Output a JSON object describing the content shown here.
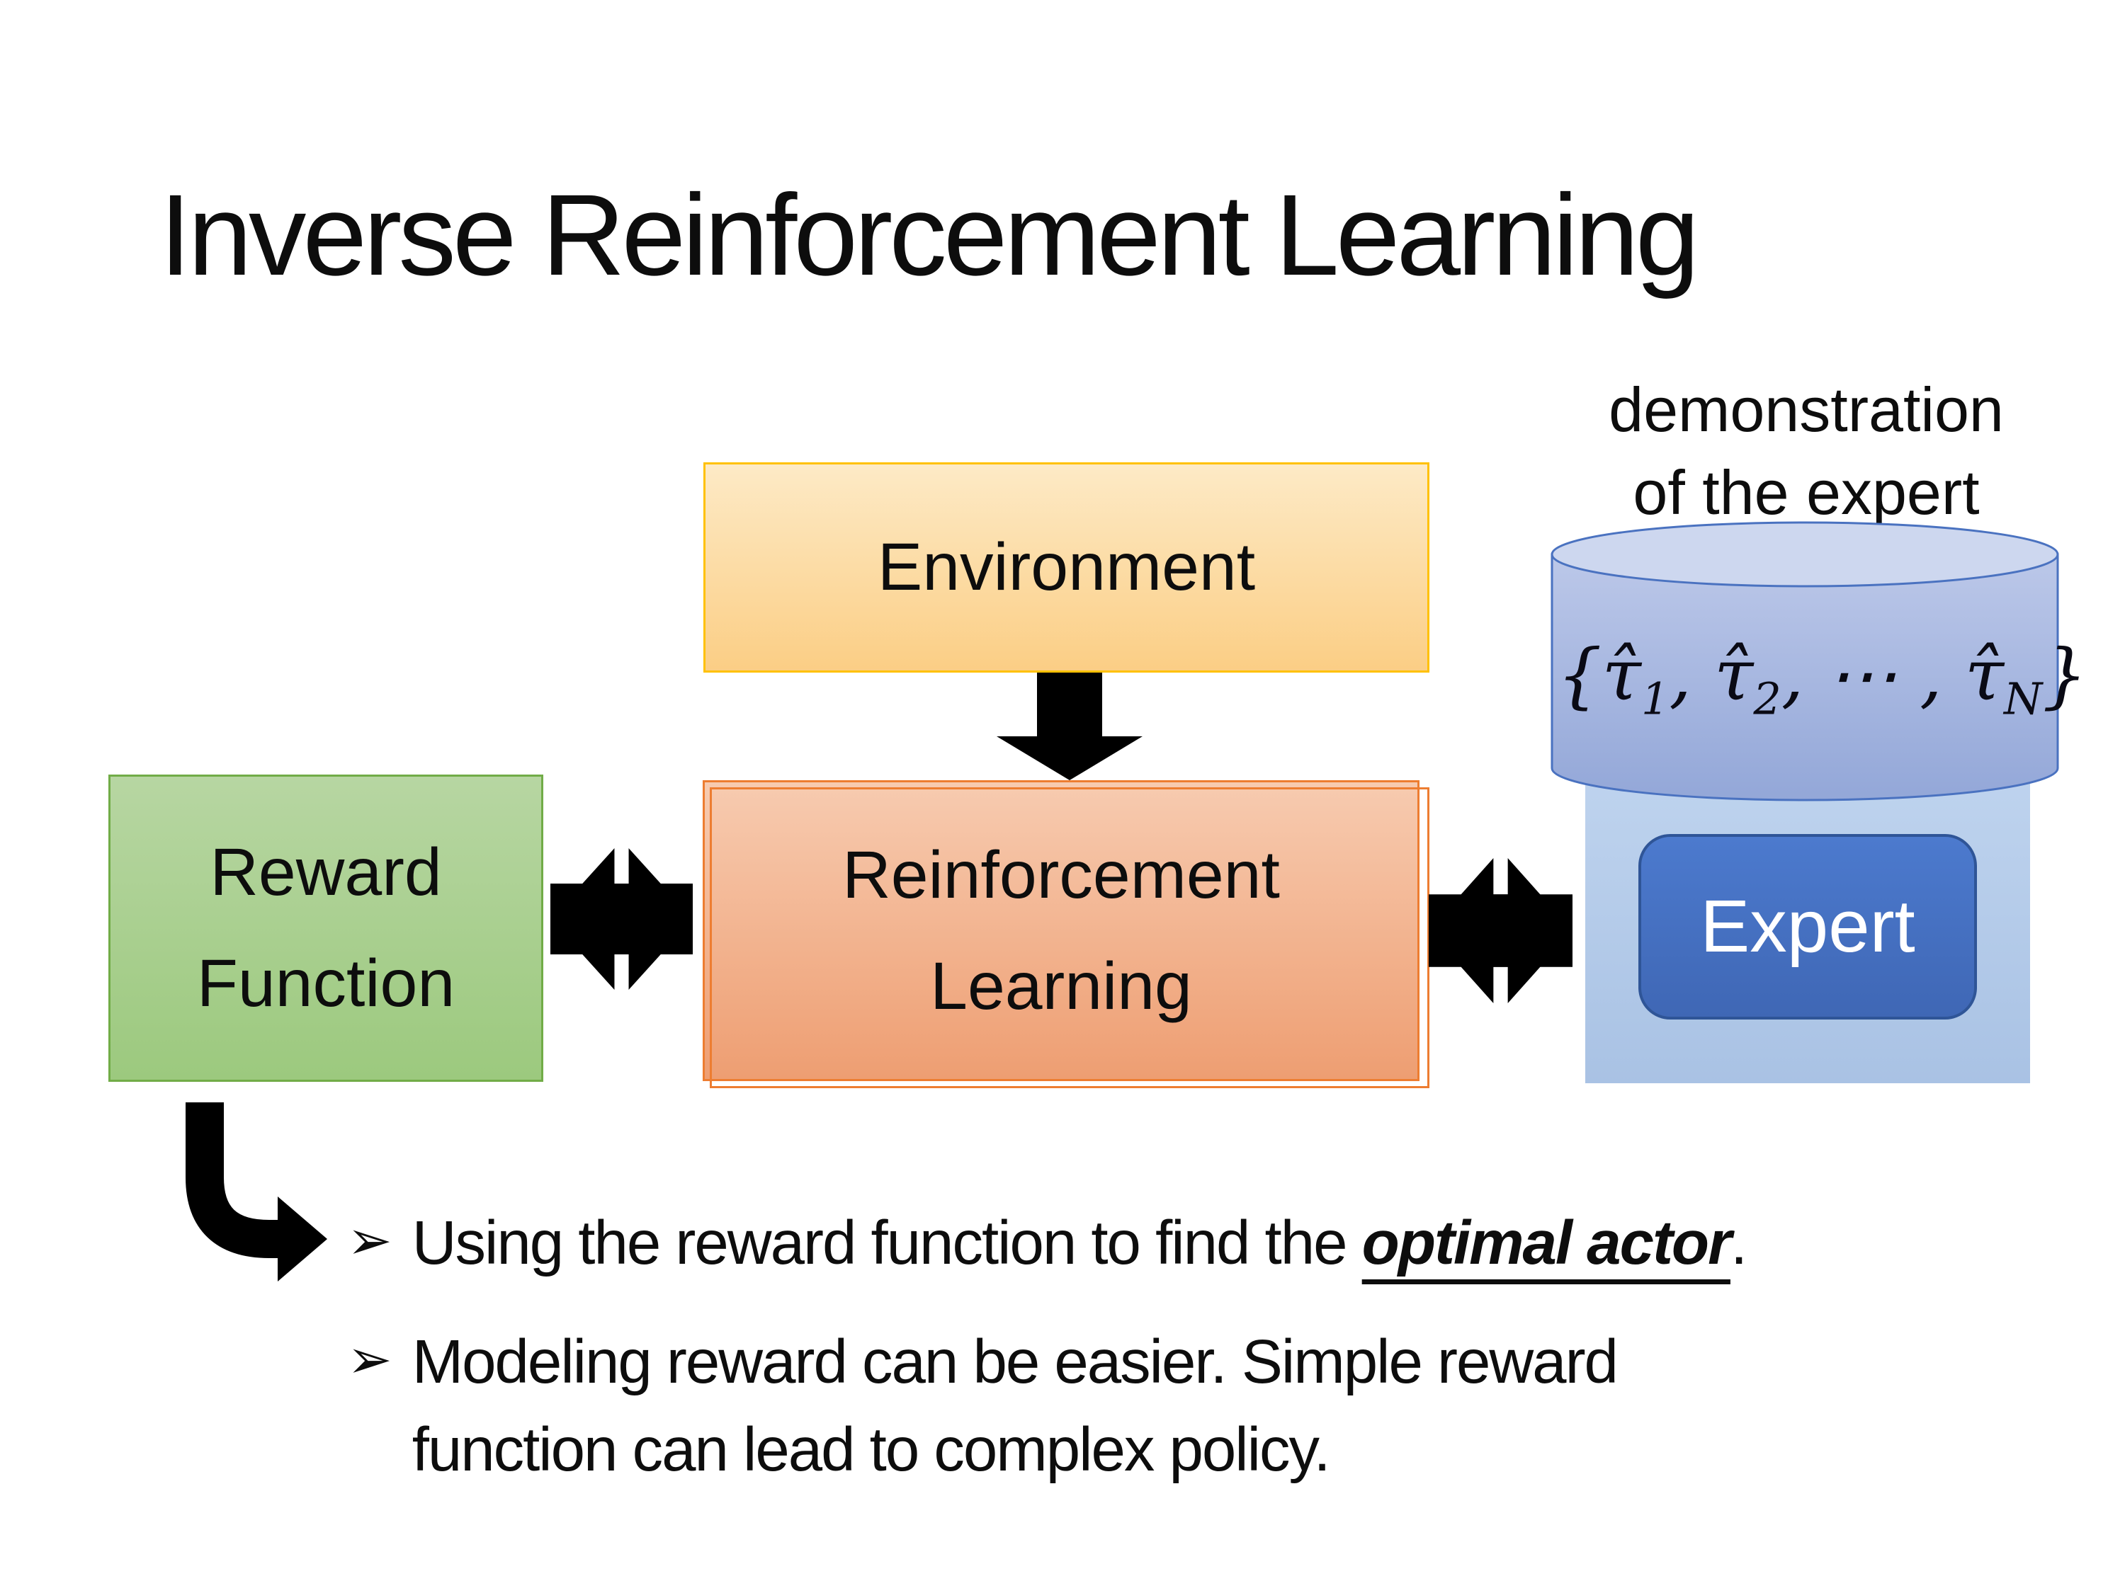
{
  "slide": {
    "title": "Inverse Reinforcement Learning"
  },
  "diagram": {
    "demo_label": {
      "line1": "demonstration",
      "line2": "of the expert"
    },
    "environment": {
      "label": "Environment"
    },
    "reward": {
      "line1": "Reward",
      "line2": "Function"
    },
    "rl": {
      "line1": "Reinforcement",
      "line2": "Learning"
    },
    "expert": {
      "label": "Expert"
    },
    "formula": {
      "open": "{τ̂",
      "sub1": "1",
      "mid1": ", τ̂",
      "sub2": "2",
      "mid2": ", ⋯ , τ̂",
      "subN": "N",
      "close": "}"
    }
  },
  "bullets": {
    "marker": "➢",
    "item1": {
      "prefix": "Using the reward function to find the ",
      "emphasis": "optimal actor",
      "suffix": "."
    },
    "item2": {
      "line1": "Modeling reward can be easier. Simple reward",
      "line2": "function can lead to complex policy."
    }
  },
  "colors": {
    "text": "#0d0d0d",
    "env-border": "#ffc103",
    "env-top": "#fdeac6",
    "env-bottom": "#fbce85",
    "rl-border": "#ed7d31",
    "rl-top": "#f7cbb0",
    "rl-bottom": "#ee9e72",
    "green-border": "#71ac47",
    "green-top": "#b7d6a2",
    "green-bottom": "#9cc97e",
    "cyl-border": "#4a72c0",
    "cyl-top-fill": "#cdd7ef",
    "cyl-body-top": "#bcc8e9",
    "cyl-body-bottom": "#93a7d8",
    "panel-top": "#bed3ee",
    "panel-bottom": "#a9c2e4",
    "expert-border": "#2f5597",
    "expert-top": "#4c7ace",
    "expert-bottom": "#3f67b5",
    "arrow": "#000000"
  }
}
